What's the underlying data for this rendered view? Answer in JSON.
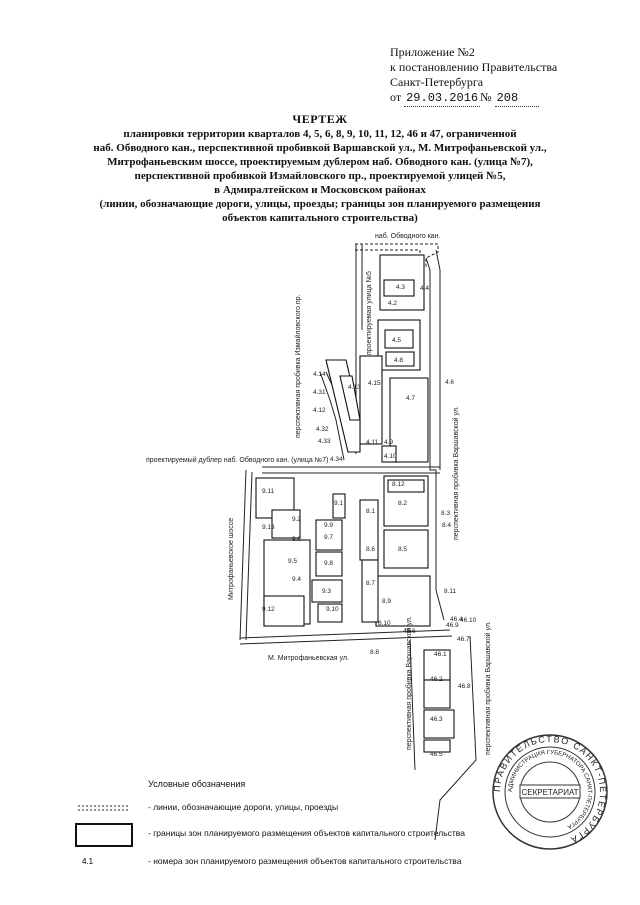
{
  "header": {
    "line1": "Приложение №2",
    "line2": "к постановлению Правительства",
    "line3": "Санкт-Петербурга",
    "date_prefix": "от",
    "date": "29.03.2016",
    "num_prefix": "№",
    "number": "208"
  },
  "title": "ЧЕРТЕЖ",
  "subtitle_lines": [
    "планировки территории  кварталов 4, 5, 6, 8, 9, 10, 11, 12, 46 и 47, ограниченной",
    "наб. Обводного кан., перспективной пробивкой Варшавской ул., М. Митрофаньевской ул.,",
    "Митрофаньевским шоссе, проектируемым дублером наб. Обводного кан. (улица №7),",
    "перспективной пробивкой Измайловского пр., проектируемой улицей №5,",
    "в  Адмиралтейском и Московском районах",
    "(линии, обозначающие дороги, улицы, проезды; границы зон планируемого размещения",
    "объектов капитального строительства)"
  ],
  "map": {
    "street_labels": {
      "obvodny": "наб. Обводного кан.",
      "street5": "проектируемая улица №5",
      "izmailovsky": "перспективная пробивка Измайловского пр.",
      "dubler": "проектируемый дублер наб. Обводного кан. (улица №7)",
      "varshavskaya_right": "перспективная пробивка Варшавской ул.",
      "mitrofanievskoe": "Митрофаньевское шоссе",
      "m_mitrofanievskaya": "М. Митрофаньевская ул.",
      "varshavskaya_lower_left": "перспективная пробивка Варшавской ул.",
      "varshavskaya_lower_right": "перспективная пробивка Варшавской ул."
    },
    "zone_labels": [
      "4.2",
      "4.3",
      "4.4",
      "4.5",
      "4.6",
      "4.7",
      "4.8",
      "4.9",
      "4.10",
      "4.11",
      "4.12",
      "4.13",
      "4.14",
      "4.15",
      "4.31",
      "4.32",
      "4.33",
      "4.34",
      "8.1",
      "8.2",
      "8.3",
      "8.4",
      "8.5",
      "8.6",
      "8.7",
      "8.8",
      "8.9",
      "8.10",
      "8.11",
      "8.12",
      "9.1",
      "9.2",
      "9.3",
      "9.4",
      "9.5",
      "9.6",
      "9.7",
      "9.8",
      "9.9",
      "9.10",
      "9.11",
      "9.12",
      "9.13",
      "46.1",
      "46.2",
      "46.3",
      "46.4",
      "46.5",
      "46.6",
      "46.7",
      "46.8",
      "46.9",
      "46.10"
    ]
  },
  "legend": {
    "title": "Условные обозначения",
    "items": [
      {
        "symbol": "line",
        "text": "- линии, обозначающие дороги, улицы, проезды"
      },
      {
        "symbol": "box",
        "text": "- границы зон планируемого размещения объектов капитального строительства"
      },
      {
        "symbol": "label",
        "label": "4.1",
        "text": "- номера зон планируемого размещения объектов капитального строительства"
      }
    ]
  },
  "stamp": {
    "outer_text": "ПРАВИТЕЛЬСТВО САНКТ-ПЕТЕРБУРГА",
    "inner_text": "АДМИНИСТРАЦИЯ ГУБЕРНАТОРА САНКТ-ПЕТЕРБУРГА",
    "center_text": "СЕКРЕТАРИАТ"
  }
}
